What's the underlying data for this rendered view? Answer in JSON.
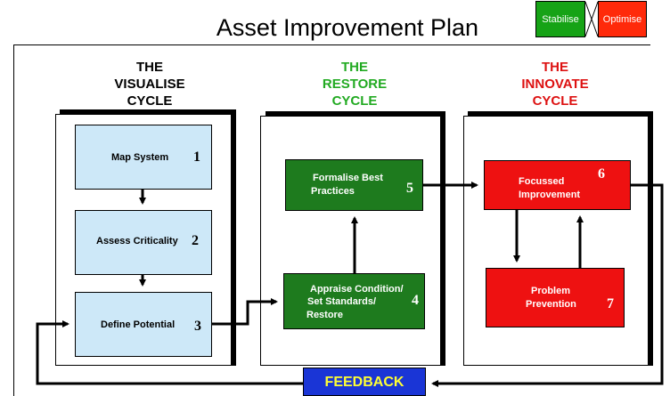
{
  "title": "Asset Improvement Plan",
  "legend": {
    "stabilise": "Stabilise",
    "optimise": "Optimise",
    "colors": {
      "stabilise": "#16a316",
      "optimise": "#ff2a0a"
    }
  },
  "cycles": {
    "visualise": {
      "line1": "THE",
      "line2": "VISUALISE",
      "line3": "CYCLE"
    },
    "restore": {
      "line1": "THE",
      "line2": "RESTORE",
      "line3": "CYCLE"
    },
    "innovate": {
      "line1": "THE",
      "line2": "INNOVATE",
      "line3": "CYCLE"
    }
  },
  "steps": {
    "s1": {
      "label": "Map System",
      "num": "1"
    },
    "s2": {
      "label": "Assess Criticality",
      "num": "2"
    },
    "s3": {
      "label": "Define Potential",
      "num": "3"
    },
    "s4": {
      "line1": "Appraise Condition/",
      "line2": "Set Standards/",
      "line3": "Restore",
      "num": "4"
    },
    "s5": {
      "line1": "Formalise Best",
      "line2": "Practices",
      "num": "5"
    },
    "s6": {
      "line1": "Focussed",
      "line2": "Improvement",
      "num": "6"
    },
    "s7": {
      "line1": "Problem",
      "line2": "Prevention",
      "num": "7"
    }
  },
  "feedback": "FEEDBACK",
  "colors": {
    "visualise_box": "#cde8f8",
    "restore_box": "#1e7b1e",
    "innovate_box": "#ee1111",
    "restore_heading": "#22aa22",
    "innovate_heading": "#dd1111",
    "feedback_bg": "#1a35d6",
    "feedback_text": "#ffff33"
  }
}
